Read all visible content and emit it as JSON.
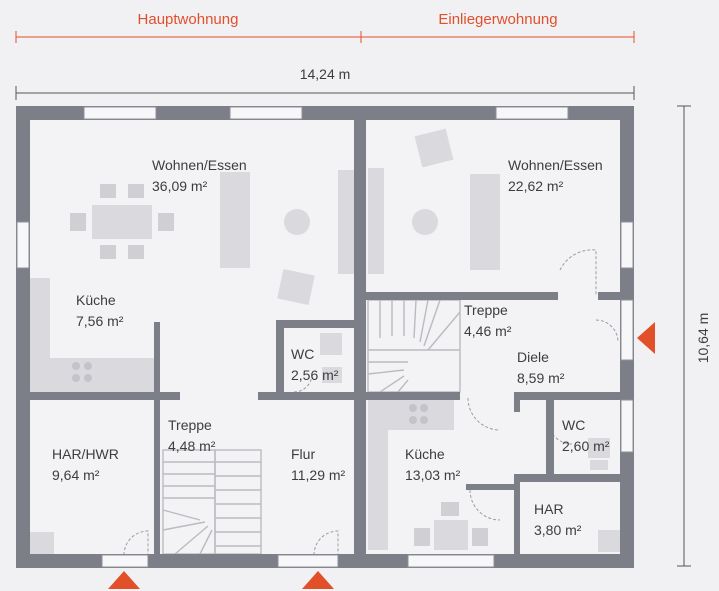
{
  "units": {
    "main": "Hauptwohnung",
    "granny": "Einliegerwohnung"
  },
  "dimensions": {
    "width": "14,24 m",
    "depth": "10,64 m"
  },
  "rooms": [
    {
      "id": "wohnen-main",
      "name": "Wohnen/Essen",
      "area": "36,09 m²"
    },
    {
      "id": "kueche-main",
      "name": "Küche",
      "area": "7,56 m²"
    },
    {
      "id": "wc-main",
      "name": "WC",
      "area": "2,56 m²"
    },
    {
      "id": "har-hwr",
      "name": "HAR/HWR",
      "area": "9,64 m²"
    },
    {
      "id": "treppe-main",
      "name": "Treppe",
      "area": "4,48 m²"
    },
    {
      "id": "flur",
      "name": "Flur",
      "area": "11,29 m²"
    },
    {
      "id": "wohnen-granny",
      "name": "Wohnen/Essen",
      "area": "22,62 m²"
    },
    {
      "id": "treppe-granny",
      "name": "Treppe",
      "area": "4,46 m²"
    },
    {
      "id": "diele",
      "name": "Diele",
      "area": "8,59 m²"
    },
    {
      "id": "kueche-granny",
      "name": "Küche",
      "area": "13,03 m²"
    },
    {
      "id": "wc-granny",
      "name": "WC",
      "area": "2,60 m²"
    },
    {
      "id": "har",
      "name": "HAR",
      "area": "3,80 m²"
    }
  ],
  "colors": {
    "background": "#f1f1f3",
    "wall": "#7c7f88",
    "accent": "#e2502a"
  }
}
